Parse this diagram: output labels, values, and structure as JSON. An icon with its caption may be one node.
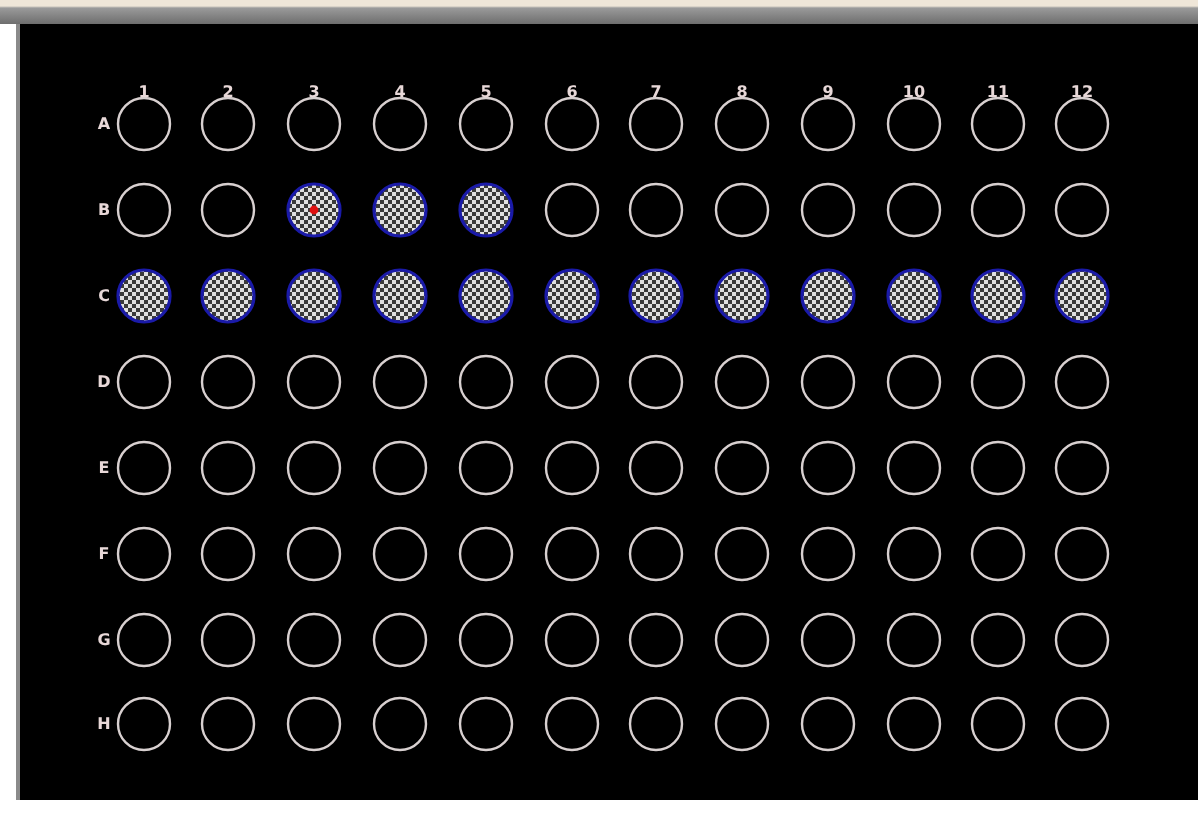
{
  "diagram": {
    "labels": [
      "1",
      "2",
      "3",
      "4",
      "5",
      "6",
      "7",
      "8",
      "9",
      "10",
      "11",
      "12",
      "A",
      "B",
      "C",
      "D",
      "E",
      "F",
      "G",
      "H"
    ]
  }
}
